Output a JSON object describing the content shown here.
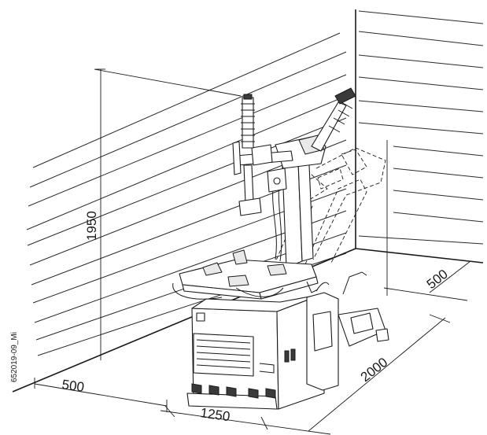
{
  "dimensions": {
    "height": "1950",
    "left_clearance": "500",
    "front_width": "1250",
    "depth": "2000",
    "rear_clearance": "500"
  },
  "drawing_code": "652019-09_Mi"
}
